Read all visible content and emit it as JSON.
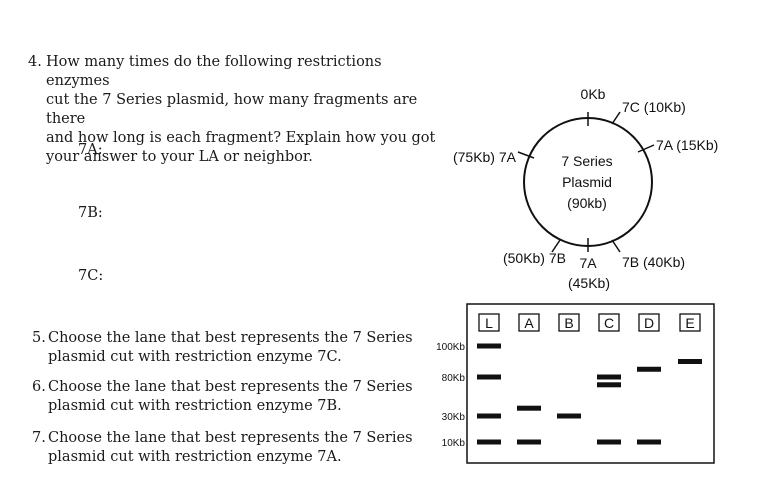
{
  "questions": {
    "q4": {
      "number": "4.",
      "text": "How many times do the following restrictions enzymes\ncut the 7 Series plasmid, how many fragments are there\nand how long is each fragment? Explain how you got\nyour answer to your LA or neighbor."
    },
    "q5": {
      "number": "5.",
      "text": "Choose the lane that best represents the 7 Series\nplasmid cut with restriction enzyme 7C."
    },
    "q6": {
      "number": "6.",
      "text": "Choose the lane that best represents the 7 Series\nplasmid cut with restriction enzyme 7B."
    },
    "q7": {
      "number": "7.",
      "text": "Choose the lane that best represents the 7 Series\nplasmid cut with restriction enzyme 7A."
    }
  },
  "enzyme_labels": [
    "7A:",
    "7B:",
    "7C:"
  ],
  "plasmid": {
    "center_lines": [
      "7 Series",
      "Plasmid",
      "(90kb)"
    ],
    "total_kb": 90,
    "sites": [
      {
        "label": "0Kb",
        "kb": 0
      },
      {
        "label": "7C (10Kb)",
        "kb": 10
      },
      {
        "label": "7A (15Kb)",
        "kb": 15
      },
      {
        "label": "7B (40Kb)",
        "kb": 40
      },
      {
        "label": "7A",
        "sublabel": "(45Kb)",
        "kb": 45
      },
      {
        "label": "(50Kb) 7B",
        "kb": 50
      },
      {
        "label": "(75Kb) 7A",
        "kb": 75
      }
    ]
  },
  "gel": {
    "lanes": [
      "L",
      "A",
      "B",
      "C",
      "D",
      "E"
    ],
    "ladder": [
      {
        "label": "100Kb",
        "kb": 100
      },
      {
        "label": "80Kb",
        "kb": 80
      },
      {
        "label": "30Kb",
        "kb": 30
      },
      {
        "label": "10Kb",
        "kb": 10
      }
    ],
    "bands": {
      "L": [
        100,
        80,
        30,
        10
      ],
      "A": [
        40,
        10
      ],
      "B": [
        30
      ],
      "C": [
        80,
        70,
        10
      ],
      "D": [
        85,
        10
      ],
      "E": [
        90
      ]
    }
  }
}
